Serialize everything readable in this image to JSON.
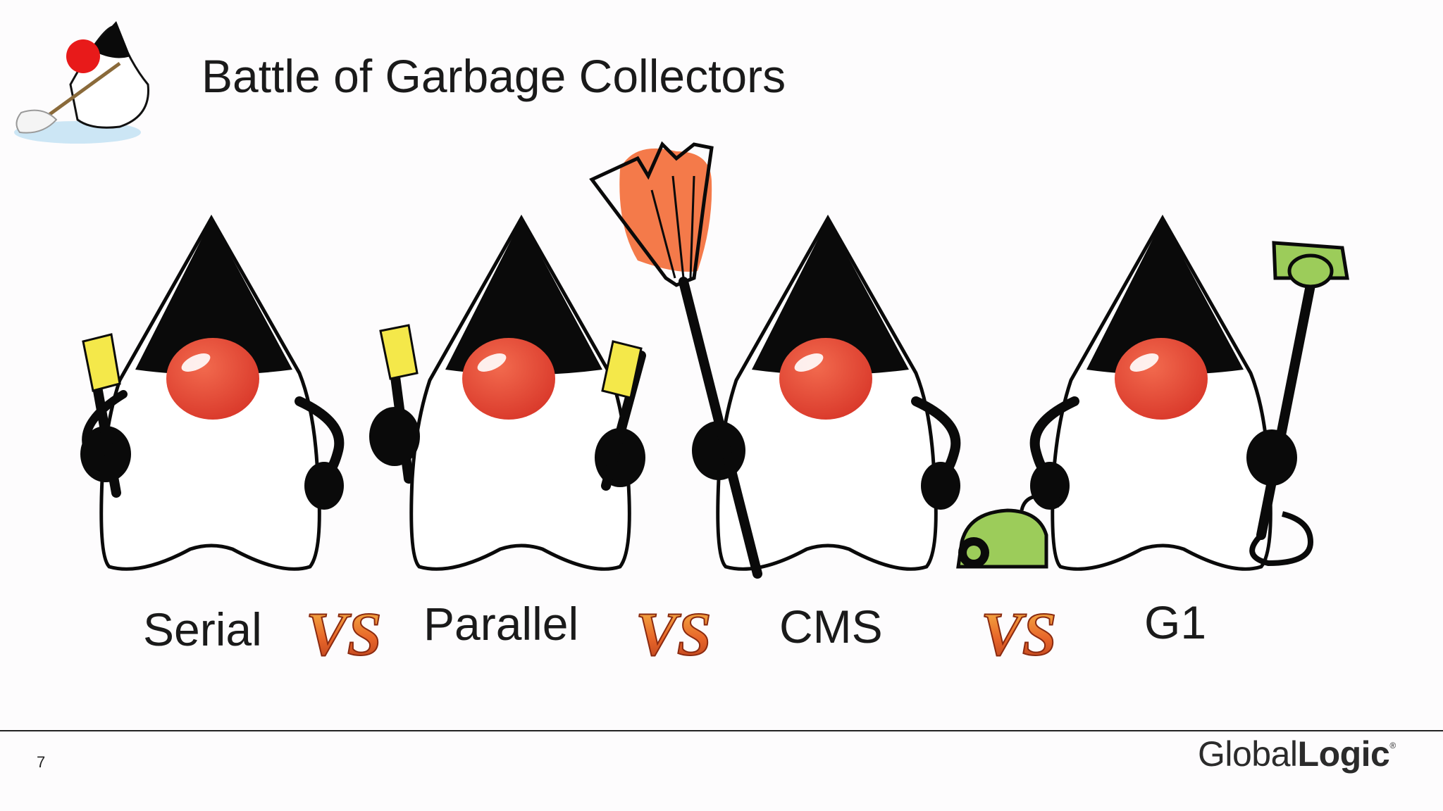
{
  "slide": {
    "title": "Battle of Garbage Collectors",
    "page_number": "7",
    "brand": {
      "part1": "Global",
      "part2": "Logic",
      "mark": "®"
    }
  },
  "contenders": [
    {
      "label": "Serial",
      "tool": "toothbrush-icon"
    },
    {
      "label": "Parallel",
      "tool": "two-toothbrushes-icon"
    },
    {
      "label": "CMS",
      "tool": "broom-icon"
    },
    {
      "label": "G1",
      "tool": "vacuum-cleaner-icon"
    }
  ],
  "versus_badges": [
    "VS",
    "VS",
    "VS"
  ],
  "colors": {
    "nose_red": "#e8432b",
    "body_black": "#0a0a0a",
    "brush_yellow": "#f4e84a",
    "broom_orange": "#f47a4a",
    "vacuum_green": "#9ccc5a",
    "vs_orange": "#e0662a"
  }
}
